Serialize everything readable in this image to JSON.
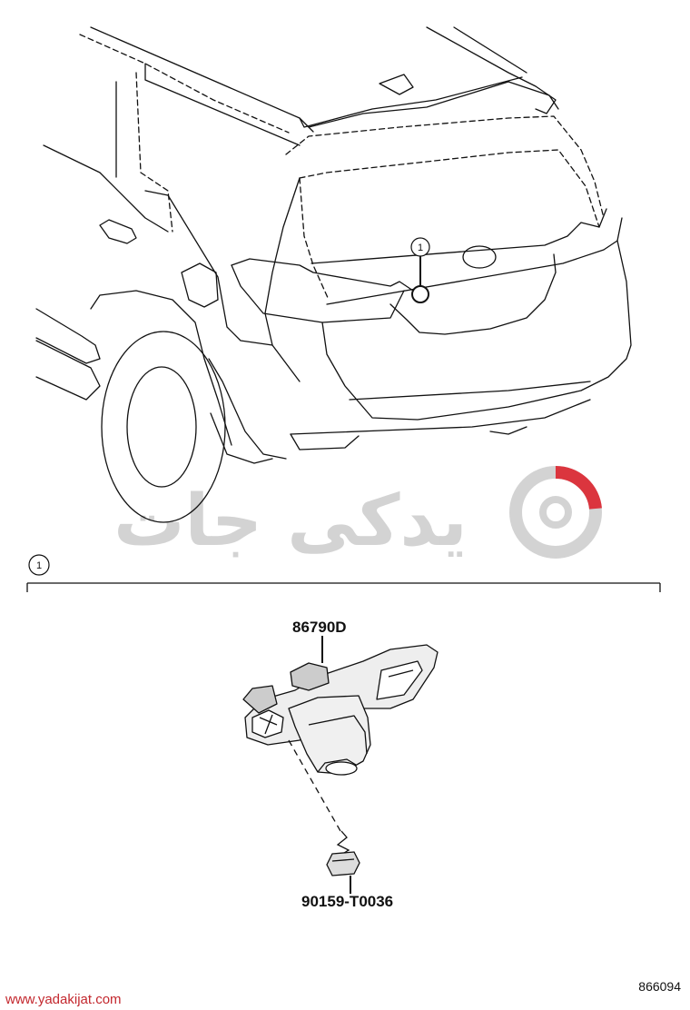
{
  "diagram": {
    "callout_label": "1",
    "section_label": "1",
    "part_camera": "86790D",
    "part_screw": "90159-T0036",
    "diagram_id": "866094"
  },
  "watermark": {
    "text": "یدکی جات",
    "website": "www.yadakijat.com",
    "colors": {
      "red": "#d8202a",
      "gray": "#cfcfcf"
    }
  }
}
